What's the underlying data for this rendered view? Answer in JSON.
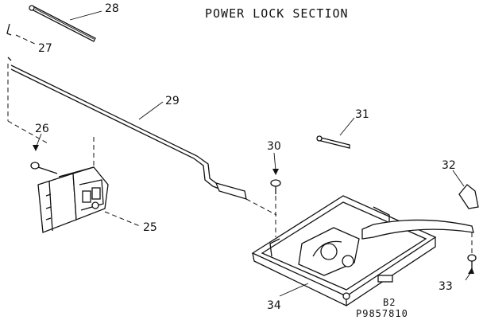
{
  "title": "POWER LOCK SECTION",
  "callouts": {
    "c25": "25",
    "c26": "26",
    "c27": "27",
    "c28": "28",
    "c29": "29",
    "c30": "30",
    "c31": "31",
    "c32": "32",
    "c33": "33",
    "c34": "34"
  },
  "diagram_ref": "B2",
  "part_number": "P9857810"
}
